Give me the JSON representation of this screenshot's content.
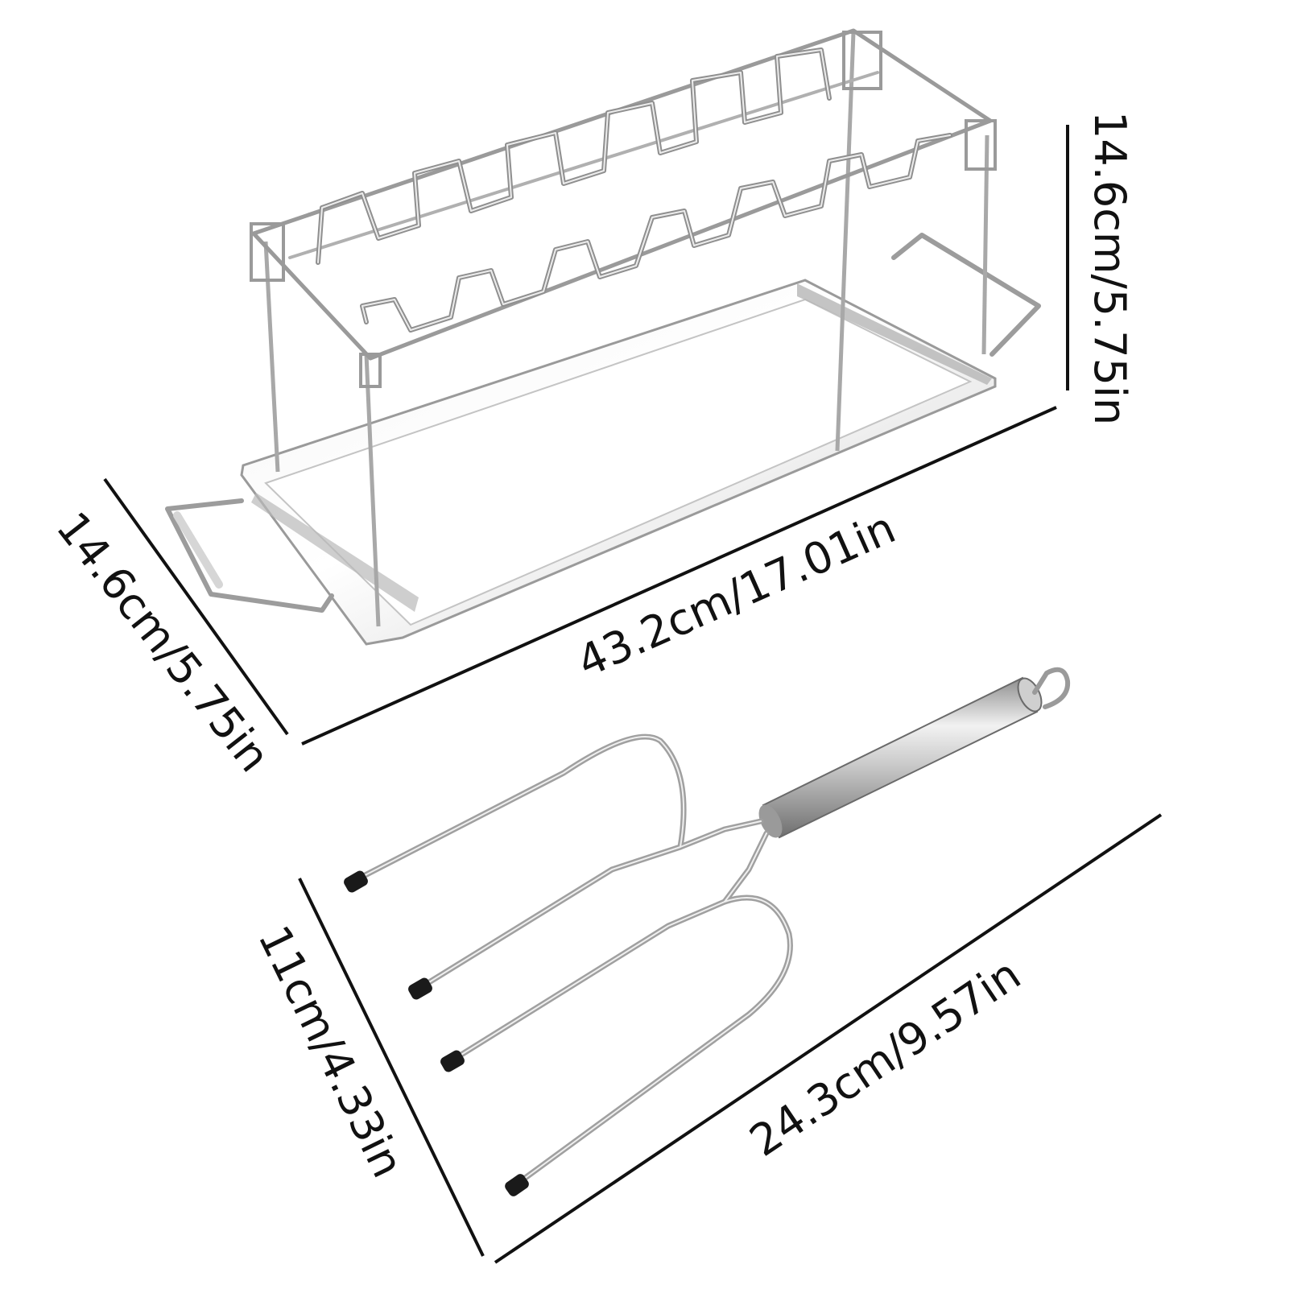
{
  "dimensions": {
    "rack_height": "14.6cm/5.75in",
    "rack_depth": "14.6cm/5.75in",
    "rack_length": "43.2cm/17.01in",
    "lifter_width": "11cm/4.33in",
    "lifter_length": "24.3cm/9.57in"
  },
  "products": {
    "rack": "wing-rack",
    "lifter": "poultry-lifter"
  },
  "colors": {
    "text": "#111111",
    "steel_light": "#e8e8e8",
    "steel_mid": "#b8b8b8",
    "steel_dark": "#7a7a7a",
    "tip": "#1a1a1a"
  }
}
